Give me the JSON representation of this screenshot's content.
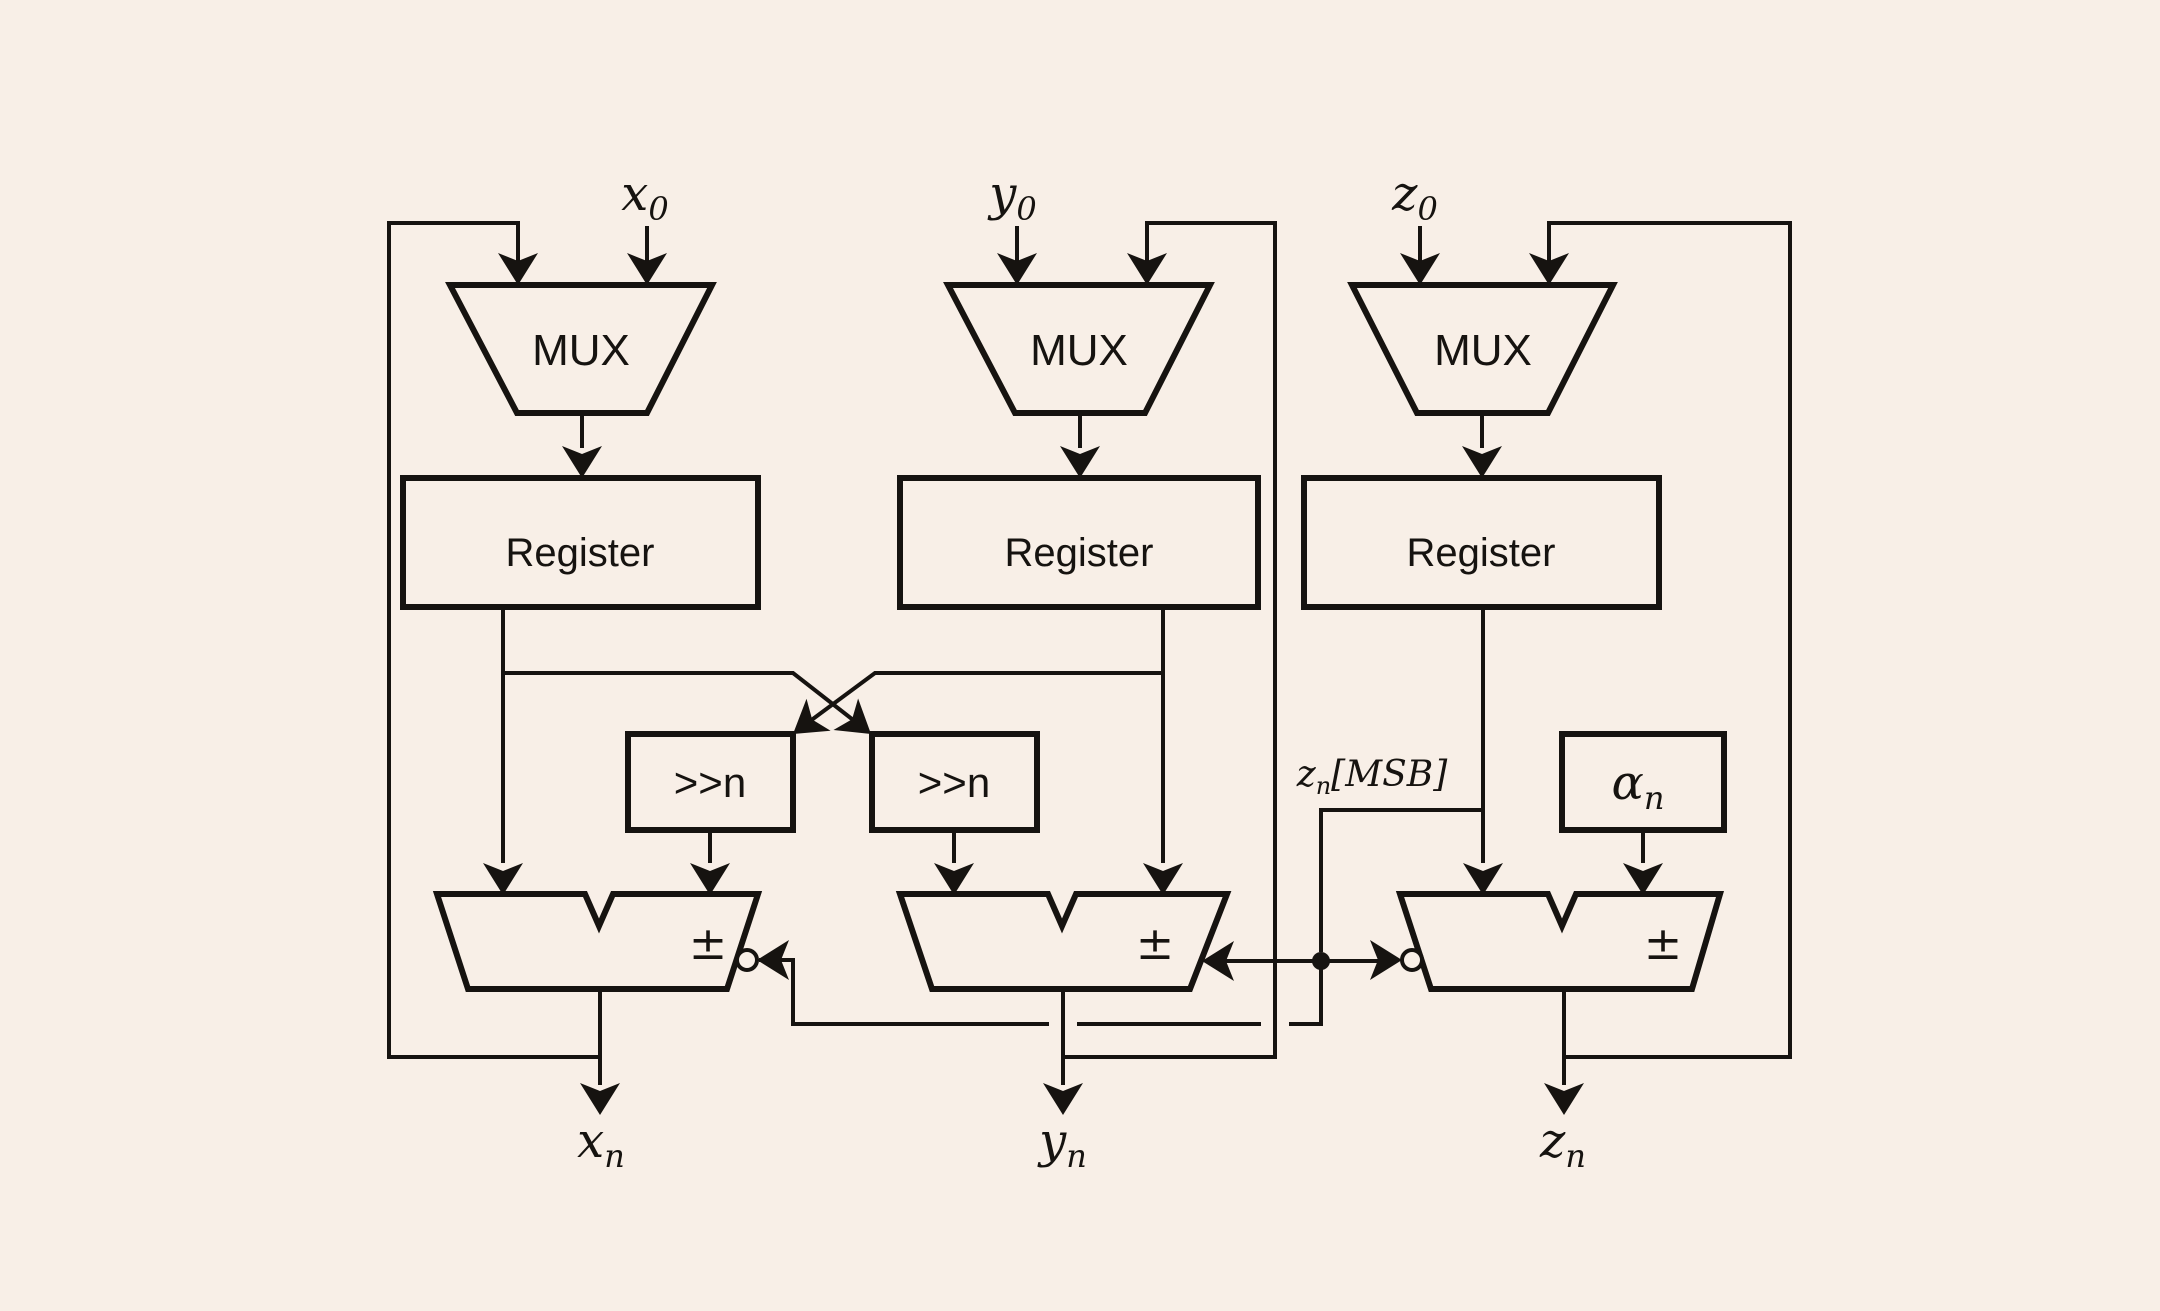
{
  "diagram_type": "hardware-datapath-block-diagram",
  "colors": {
    "background": "#f8efe7",
    "ink": "#161310"
  },
  "blocks": {
    "mux": "MUX",
    "register": "Register",
    "shifter": ">>n",
    "adder_op": "±"
  },
  "signals": {
    "x_in": {
      "base": "x",
      "sub": "0"
    },
    "y_in": {
      "base": "y",
      "sub": "0"
    },
    "z_in": {
      "base": "z",
      "sub": "0"
    },
    "x_out": {
      "base": "x",
      "sub": "n"
    },
    "y_out": {
      "base": "y",
      "sub": "n"
    },
    "z_out": {
      "base": "z",
      "sub": "n"
    },
    "alpha": {
      "base": "α",
      "sub": "n"
    },
    "msb": {
      "base": "z",
      "sub": "n",
      "suffix": "[MSB]"
    }
  }
}
